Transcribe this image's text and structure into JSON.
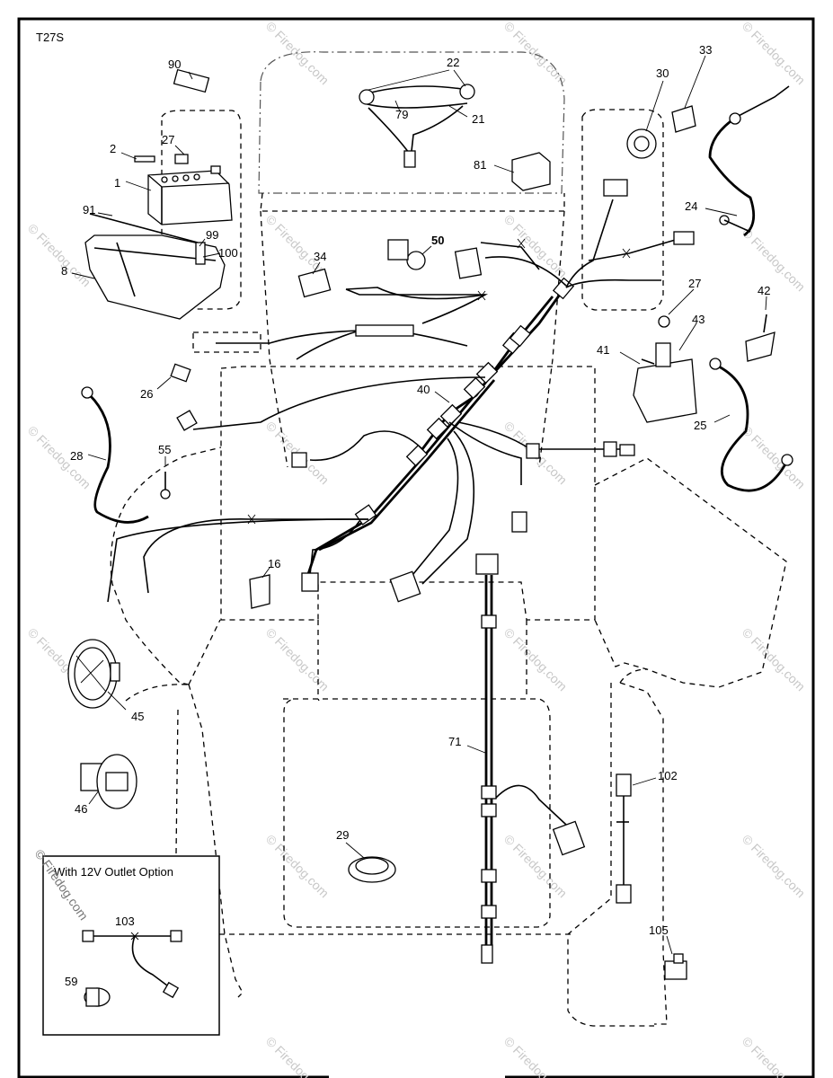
{
  "diagram": {
    "code": "T27S",
    "watermark": "© Firedog.com",
    "inset": {
      "title": "With 12V Outlet Option"
    },
    "parts": [
      {
        "id": "90"
      },
      {
        "id": "22"
      },
      {
        "id": "33"
      },
      {
        "id": "30"
      },
      {
        "id": "79"
      },
      {
        "id": "21"
      },
      {
        "id": "2"
      },
      {
        "id": "27a",
        "label": "27"
      },
      {
        "id": "1"
      },
      {
        "id": "81"
      },
      {
        "id": "24"
      },
      {
        "id": "91"
      },
      {
        "id": "50"
      },
      {
        "id": "99"
      },
      {
        "id": "100"
      },
      {
        "id": "8"
      },
      {
        "id": "34"
      },
      {
        "id": "27b",
        "label": "27"
      },
      {
        "id": "42"
      },
      {
        "id": "43"
      },
      {
        "id": "41"
      },
      {
        "id": "26"
      },
      {
        "id": "40"
      },
      {
        "id": "25"
      },
      {
        "id": "28"
      },
      {
        "id": "55"
      },
      {
        "id": "16"
      },
      {
        "id": "45"
      },
      {
        "id": "71"
      },
      {
        "id": "102"
      },
      {
        "id": "46"
      },
      {
        "id": "29"
      },
      {
        "id": "103"
      },
      {
        "id": "105"
      },
      {
        "id": "59"
      }
    ]
  }
}
